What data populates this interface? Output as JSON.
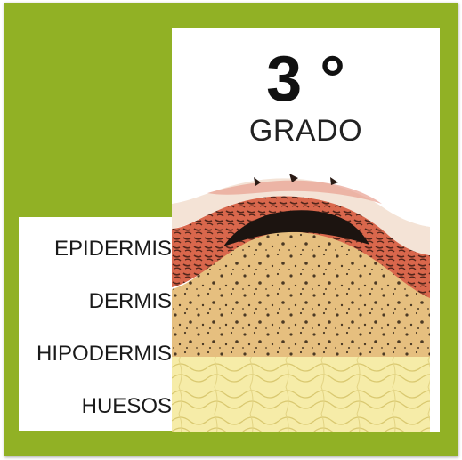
{
  "title": {
    "number": "3 °",
    "word": "GRADO"
  },
  "layers": [
    {
      "label": "EPIDERMIS"
    },
    {
      "label": "DERMIS"
    },
    {
      "label": "HIPODERMIS"
    },
    {
      "label": "HUESOS"
    }
  ],
  "colors": {
    "frame": "#91b125",
    "epidermis": "#d9674c",
    "dermis": "#e6bf7f",
    "hipodermis": "#f0d49a",
    "huesos": "#f6eca8",
    "burn": "#1c1410"
  }
}
